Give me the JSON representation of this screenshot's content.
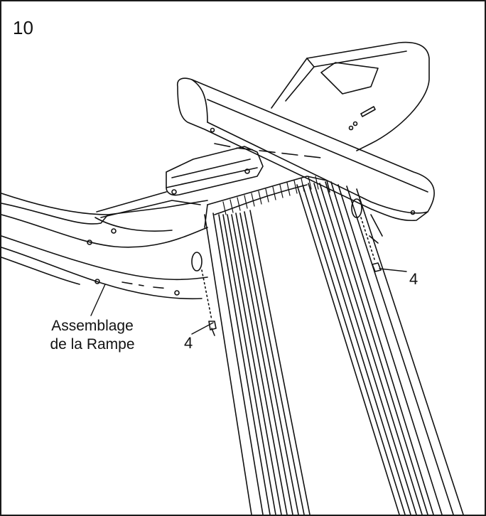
{
  "step": {
    "number": "10"
  },
  "labels": {
    "assembly_line1": "Assemblage",
    "assembly_line2": "de la Rampe"
  },
  "callouts": {
    "left_screw": "4",
    "right_screw": "4"
  }
}
